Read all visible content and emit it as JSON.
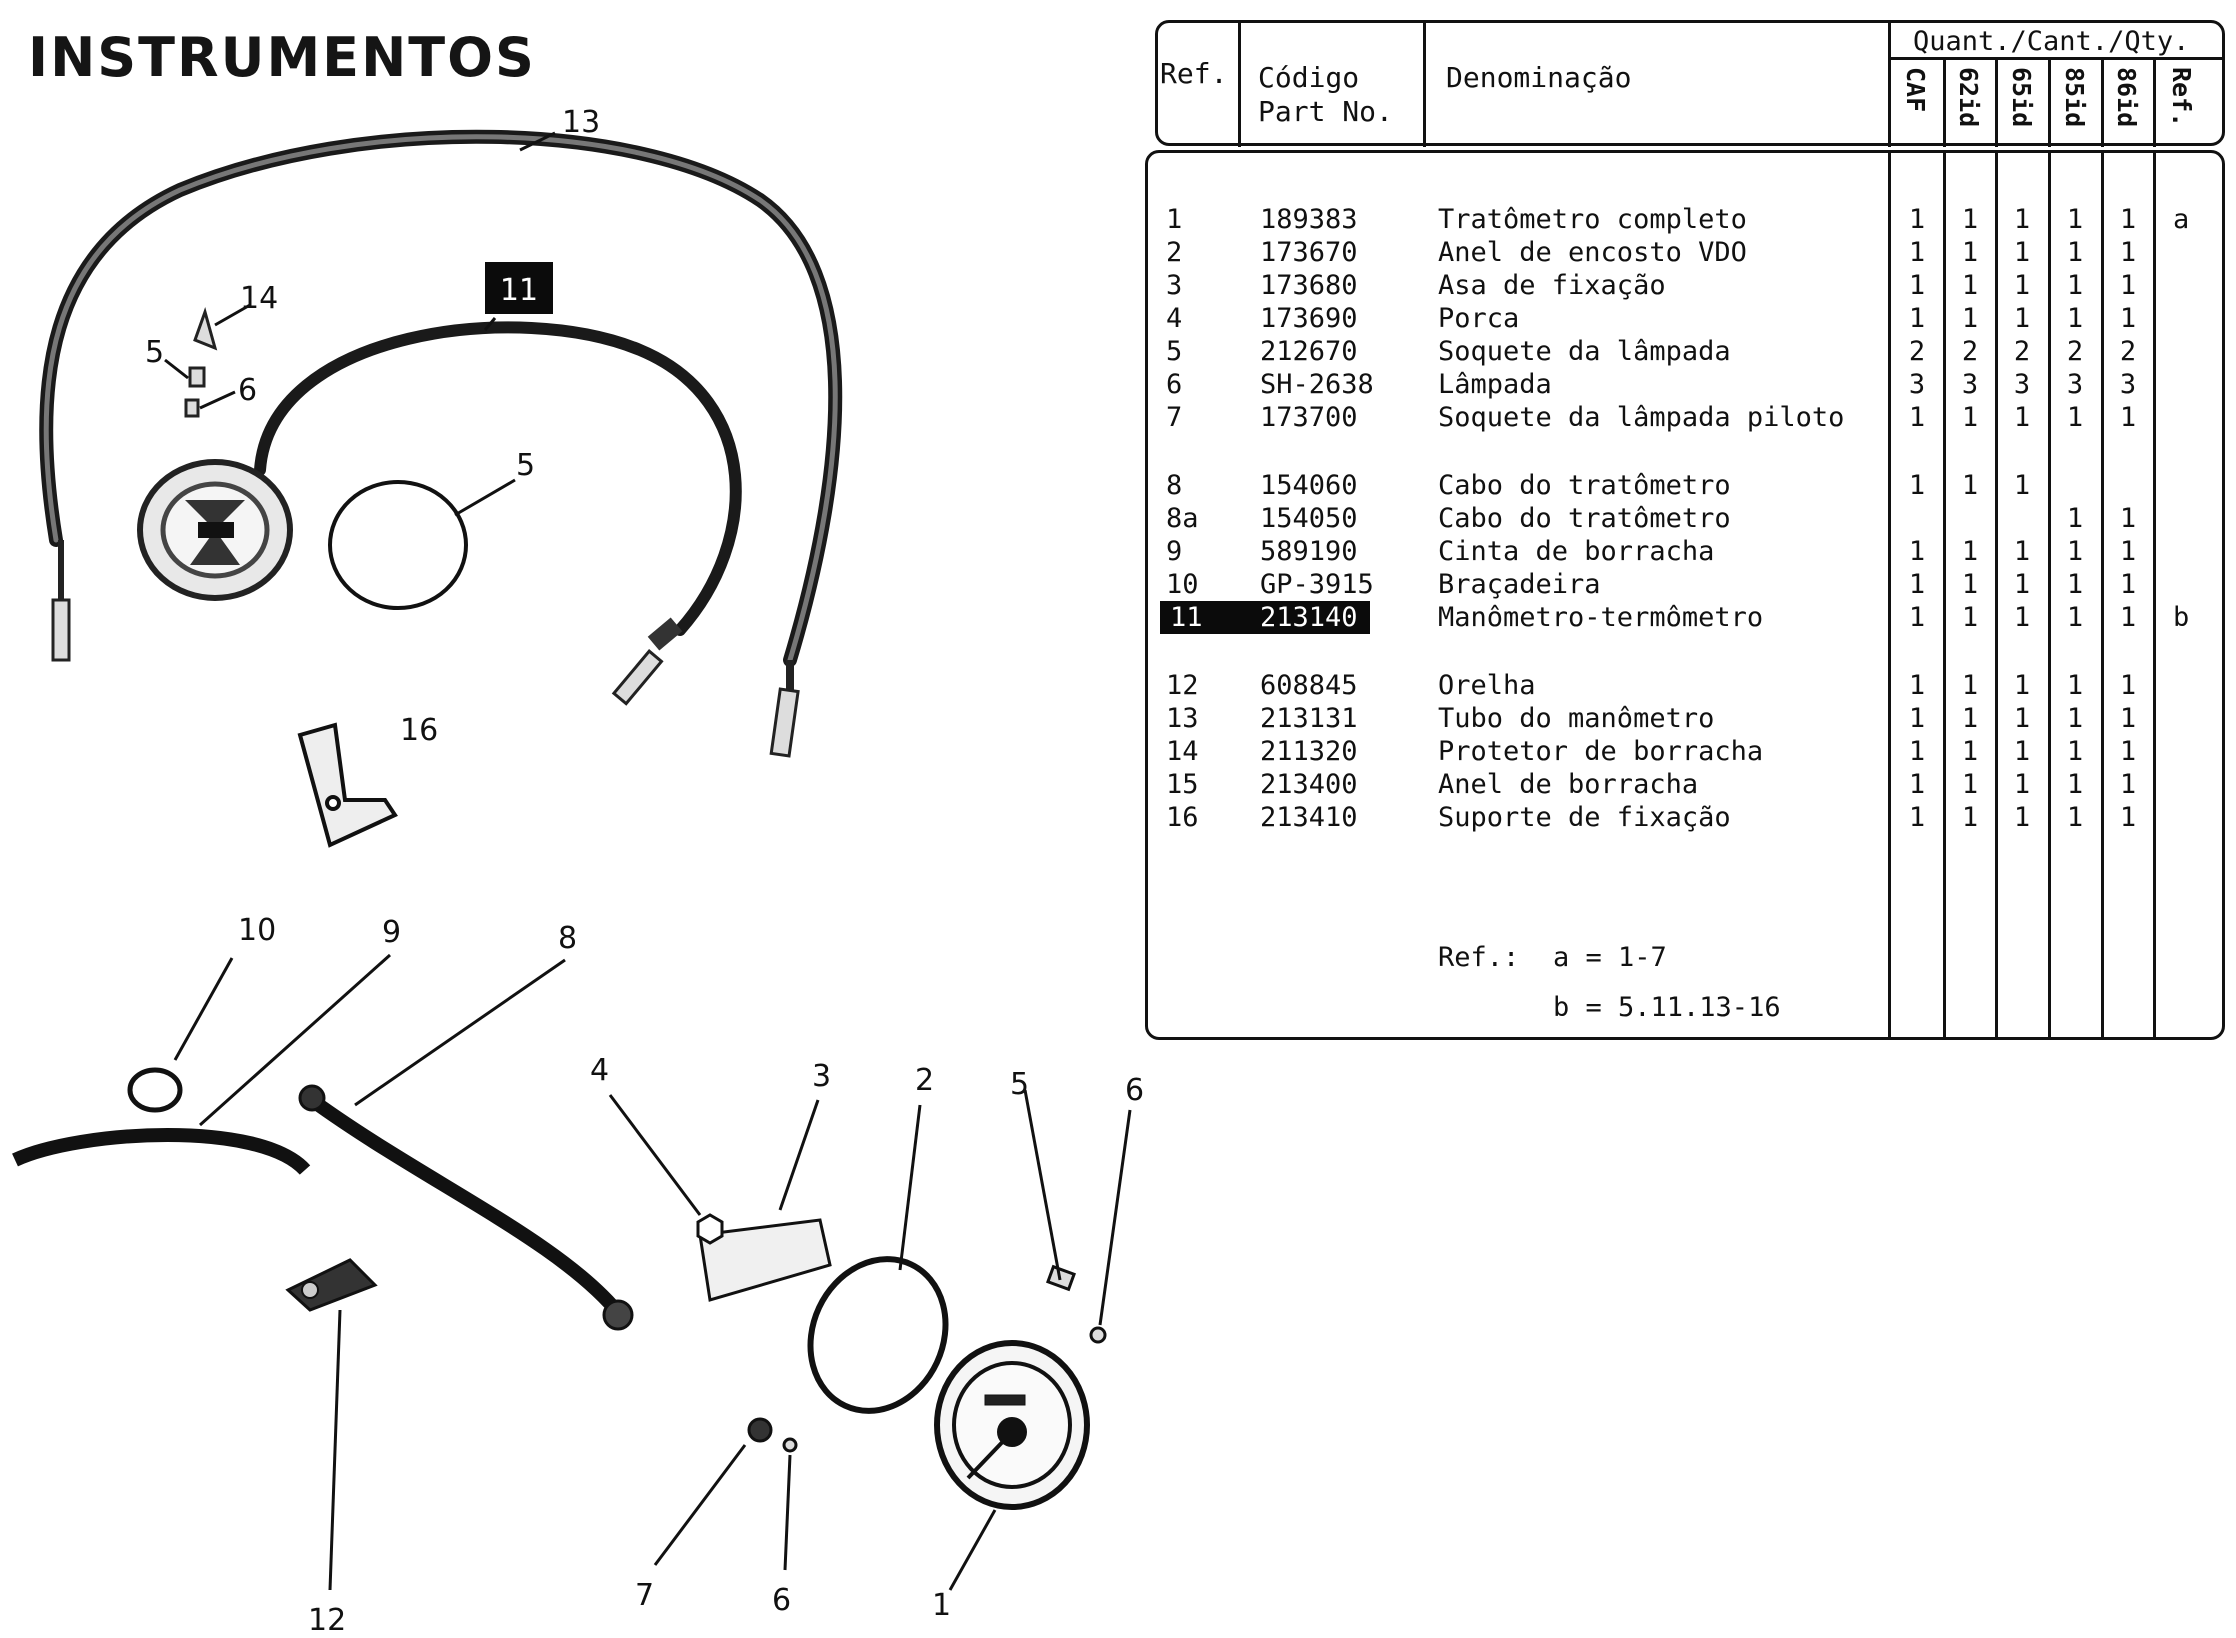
{
  "title": "INSTRUMENTOS",
  "diagram": {
    "highlight_label": "11",
    "callouts": [
      "13",
      "14",
      "5",
      "6",
      "5",
      "16",
      "10",
      "9",
      "8",
      "4",
      "3",
      "2",
      "5",
      "6",
      "12",
      "7",
      "6",
      "1"
    ]
  },
  "table": {
    "headers": {
      "ref": "Ref.",
      "code_pt": "Código",
      "code_en": "Part No.",
      "name": "Denominação",
      "quantity": "Quant./Cant./Qty.",
      "columns": [
        "CAF",
        "62id",
        "65id",
        "85id",
        "86id",
        "Ref."
      ]
    },
    "rows": [
      {
        "ref": "1",
        "code": "189383",
        "name": "Tratômetro completo",
        "qty": [
          "1",
          "1",
          "1",
          "1",
          "1"
        ],
        "note": "a"
      },
      {
        "ref": "2",
        "code": "173670",
        "name": "Anel de encosto VDO",
        "qty": [
          "1",
          "1",
          "1",
          "1",
          "1"
        ],
        "note": ""
      },
      {
        "ref": "3",
        "code": "173680",
        "name": "Asa de fixação",
        "qty": [
          "1",
          "1",
          "1",
          "1",
          "1"
        ],
        "note": ""
      },
      {
        "ref": "4",
        "code": "173690",
        "name": "Porca",
        "qty": [
          "1",
          "1",
          "1",
          "1",
          "1"
        ],
        "note": ""
      },
      {
        "ref": "5",
        "code": "212670",
        "name": "Soquete da lâmpada",
        "qty": [
          "2",
          "2",
          "2",
          "2",
          "2"
        ],
        "note": ""
      },
      {
        "ref": "6",
        "code": "SH-2638",
        "name": "Lâmpada",
        "qty": [
          "3",
          "3",
          "3",
          "3",
          "3"
        ],
        "note": ""
      },
      {
        "ref": "7",
        "code": "173700",
        "name": "Soquete da lâmpada piloto",
        "qty": [
          "1",
          "1",
          "1",
          "1",
          "1"
        ],
        "note": ""
      },
      {
        "ref": "8",
        "code": "154060",
        "name": "Cabo do tratômetro",
        "qty": [
          "1",
          "1",
          "1",
          "",
          ""
        ],
        "note": ""
      },
      {
        "ref": "8a",
        "code": "154050",
        "name": "Cabo do tratômetro",
        "qty": [
          "",
          "",
          "",
          "1",
          "1"
        ],
        "note": ""
      },
      {
        "ref": "9",
        "code": "589190",
        "name": "Cinta de borracha",
        "qty": [
          "1",
          "1",
          "1",
          "1",
          "1"
        ],
        "note": ""
      },
      {
        "ref": "10",
        "code": "GP-3915",
        "name": "Braçadeira",
        "qty": [
          "1",
          "1",
          "1",
          "1",
          "1"
        ],
        "note": ""
      },
      {
        "ref": "11",
        "code": "213140",
        "name": "Manômetro-termômetro",
        "qty": [
          "1",
          "1",
          "1",
          "1",
          "1"
        ],
        "note": "b",
        "highlight": true
      },
      {
        "ref": "12",
        "code": "608845",
        "name": "Orelha",
        "qty": [
          "1",
          "1",
          "1",
          "1",
          "1"
        ],
        "note": ""
      },
      {
        "ref": "13",
        "code": "213131",
        "name": "Tubo do manômetro",
        "qty": [
          "1",
          "1",
          "1",
          "1",
          "1"
        ],
        "note": ""
      },
      {
        "ref": "14",
        "code": "211320",
        "name": "Protetor de borracha",
        "qty": [
          "1",
          "1",
          "1",
          "1",
          "1"
        ],
        "note": ""
      },
      {
        "ref": "15",
        "code": "213400",
        "name": "Anel de borracha",
        "qty": [
          "1",
          "1",
          "1",
          "1",
          "1"
        ],
        "note": ""
      },
      {
        "ref": "16",
        "code": "213410",
        "name": "Suporte de fixação",
        "qty": [
          "1",
          "1",
          "1",
          "1",
          "1"
        ],
        "note": ""
      }
    ],
    "footnote_label": "Ref.:",
    "footnotes": [
      "a = 1-7",
      "b = 5.11.13-16"
    ]
  }
}
